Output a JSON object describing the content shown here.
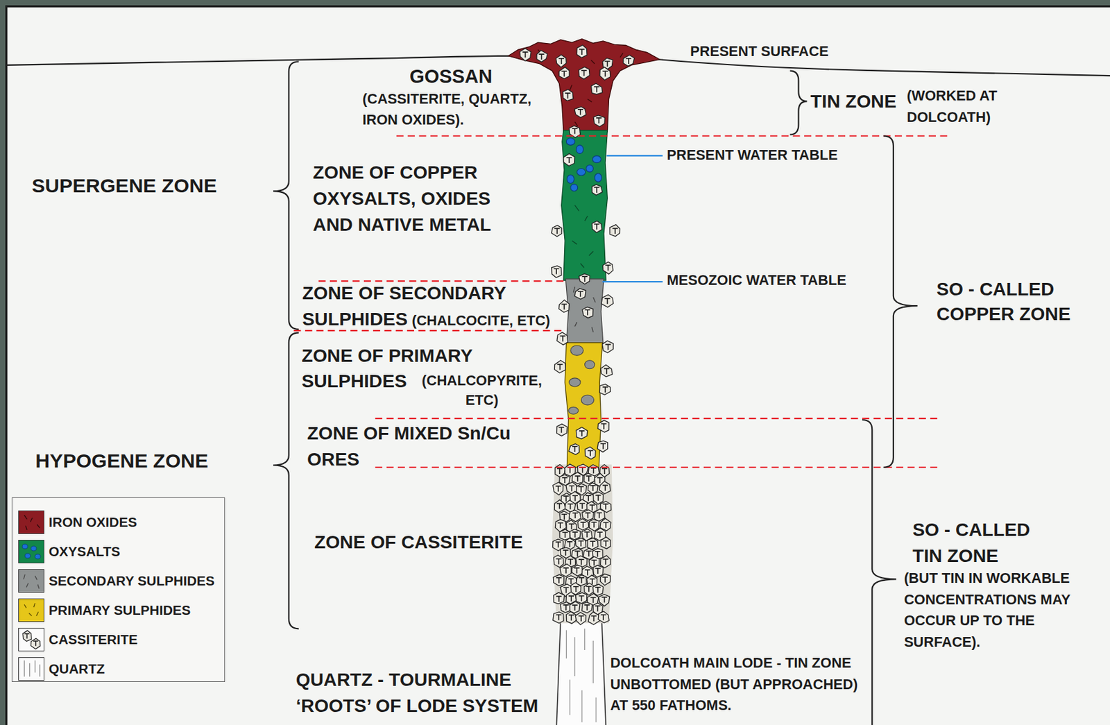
{
  "diagram": {
    "labels": [
      "GOSSAN",
      "(CASSITERITE, QUARTZ, IRON OXIDES).",
      "PRESENT SURFACE",
      "TIN ZONE",
      "(WORKED AT DOLCOATH)",
      "SUPERGENE ZONE",
      "ZONE OF COPPER OXYSALTS, OXIDES AND NATIVE METAL",
      "PRESENT WATER TABLE",
      "MESOZOIC WATER TABLE",
      "ZONE OF SECONDARY SULPHIDES",
      "(CHALCOCITE, ETC)",
      "SO - CALLED COPPER ZONE",
      "ZONE OF PRIMARY SULPHIDES",
      "(CHALCOPYRITE, ETC)",
      "ZONE OF MIXED Sn/Cu ORES",
      "HYPOGENE ZONE",
      "SO - CALLED TIN ZONE",
      "ZONE OF CASSITERITE",
      "(BUT TIN IN WORKABLE CONCENTRATIONS MAY OCCUR UP TO THE SURFACE).",
      "QUARTZ - TOURMALINE ‘ROOTS’ OF LODE SYSTEM",
      "DOLCOATH MAIN LODE - TIN ZONE UNBOTTOMED (BUT APPROACHED) AT 550 FATHOMS."
    ],
    "legend": [
      {
        "text": "IRON OXIDES",
        "color": "#8c1c22"
      },
      {
        "text": "OXYSALTS",
        "color": "#12874a"
      },
      {
        "text": "SECONDARY SULPHIDES",
        "color": "#8f9393"
      },
      {
        "text": "PRIMARY SULPHIDES",
        "color": "#e6c619"
      },
      {
        "text": "CASSITERITE"
      },
      {
        "text": "QUARTZ"
      }
    ]
  }
}
